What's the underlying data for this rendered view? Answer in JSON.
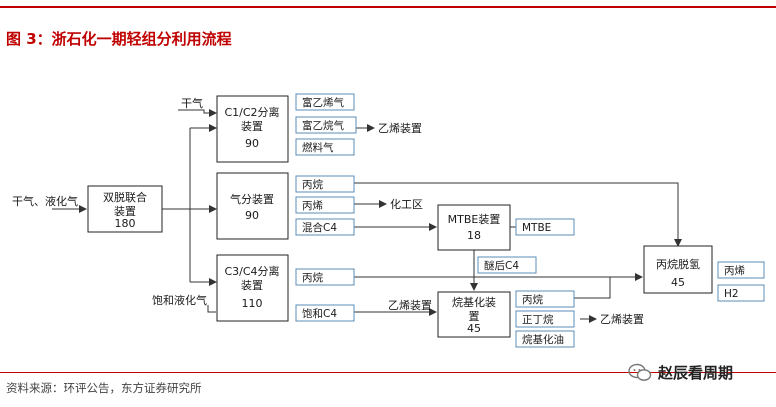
{
  "title": "图 3：浙石化一期轻组分利用流程",
  "source": "资料来源：环评公告，东方证券研究所",
  "watermark": "赵辰看周期",
  "colors": {
    "accent": "#c00000",
    "stream_border": "#5b8db8",
    "unit_border": "#222222",
    "line": "#333333"
  },
  "inputs": {
    "feed": "干气、液化气",
    "dry_gas": "干气",
    "sat_lpg": "饱和液化气"
  },
  "units": {
    "dual_removal": {
      "name": "双脱联合\n装置",
      "value": "180"
    },
    "c1c2": {
      "name": "C1/C2分离\n装置",
      "value": "90"
    },
    "gas_frac": {
      "name": "气分装置",
      "value": "90"
    },
    "c3c4": {
      "name": "C3/C4分离\n装置",
      "value": "110"
    },
    "mtbe": {
      "name": "MTBE装置",
      "value": "18"
    },
    "alkylation": {
      "name": "烷基化装\n置",
      "value": "45"
    },
    "pdh": {
      "name": "丙烷脱氢",
      "value": "45"
    }
  },
  "streams": {
    "ethylene_rich": "富乙烯气",
    "ethane_rich": "富乙烷气",
    "fuel_gas": "燃料气",
    "propane_gf": "丙烷",
    "propylene_gf": "丙烯",
    "mixed_c4": "混合C4",
    "mtbe_out": "MTBE",
    "ether_c4": "醚后C4",
    "propane_c3c4": "丙烷",
    "sat_c4": "饱和C4",
    "propane_alk": "丙烷",
    "n_butane": "正丁烷",
    "alkylate": "烷基化油",
    "pdh_propylene": "丙烯",
    "pdh_h2": "H2"
  },
  "destinations": {
    "ethylene_unit_1": "乙烯装置",
    "chem_zone": "化工区",
    "ethylene_unit_2": "乙烯装置",
    "ethylene_unit_3": "乙烯装置"
  }
}
